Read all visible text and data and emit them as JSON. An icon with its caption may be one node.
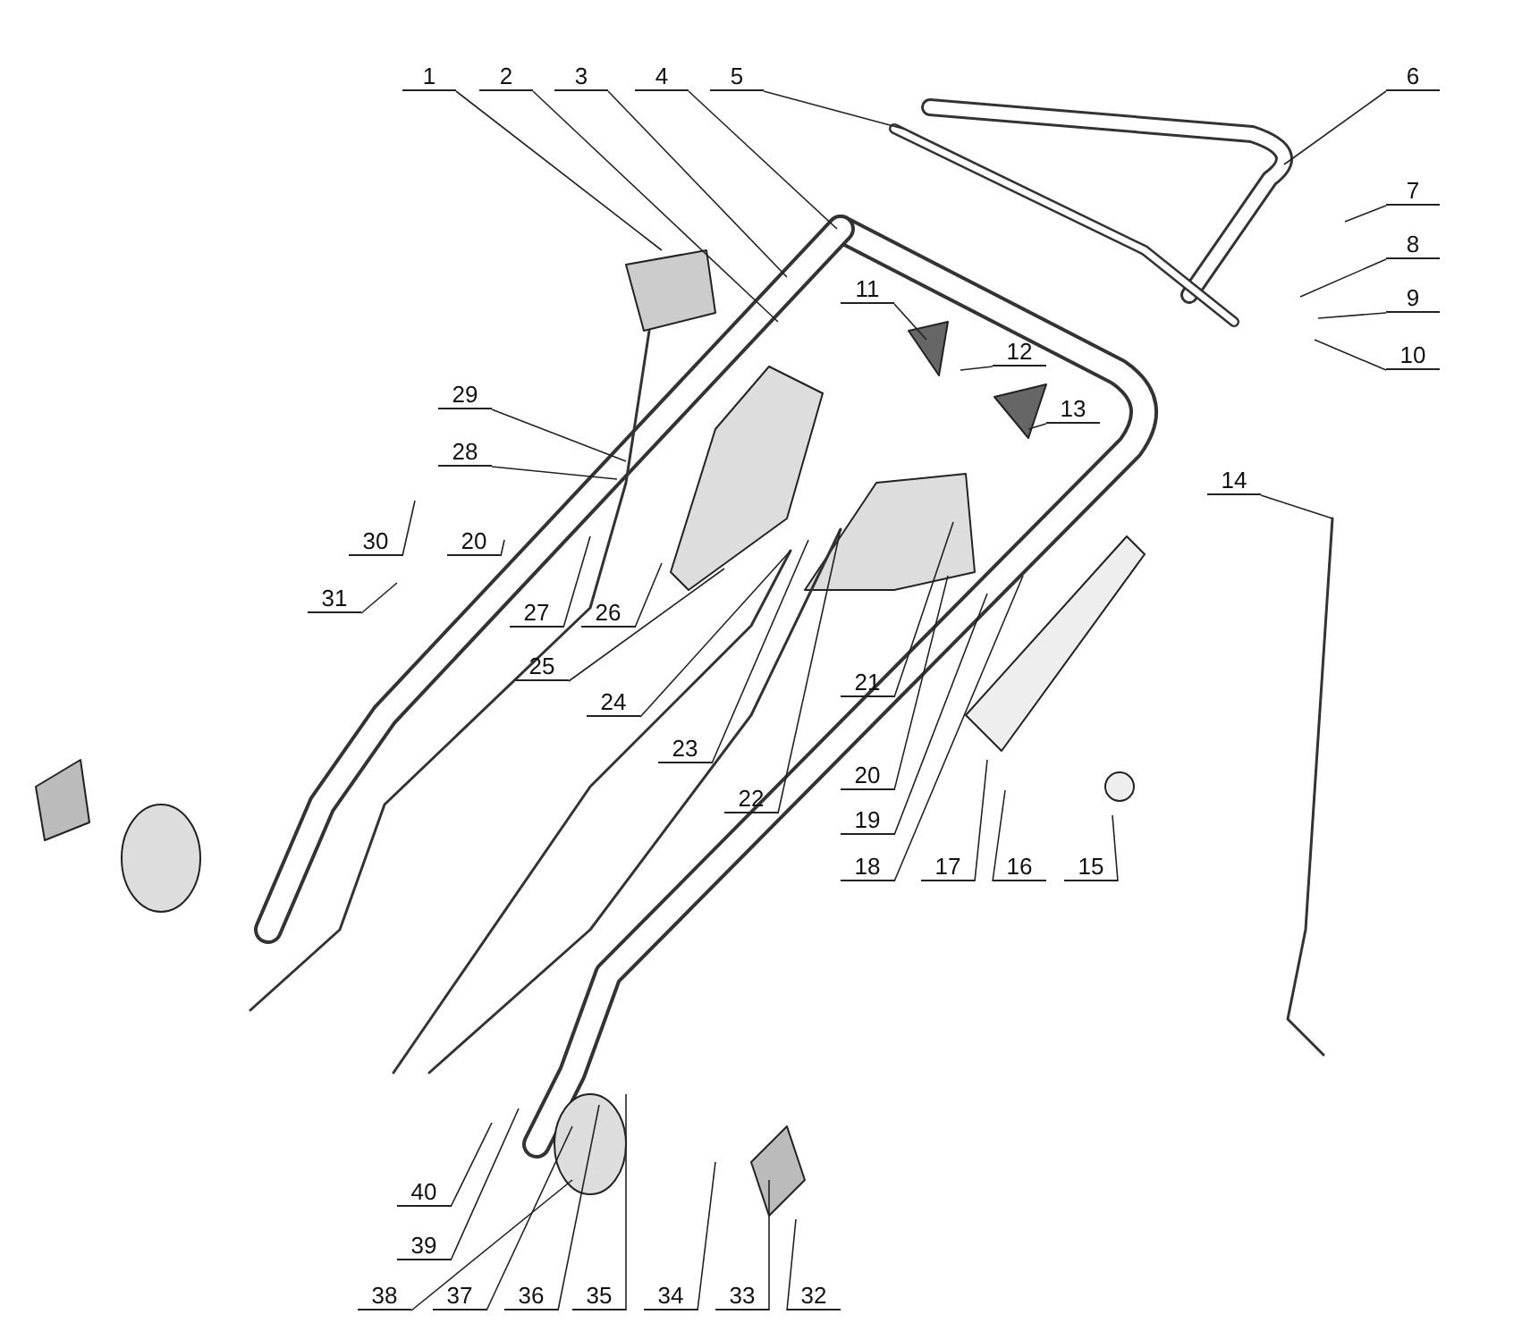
{
  "diagram": {
    "nodes": [
      {
        "text": [
          "1"
        ]
      },
      {
        "text": [
          "2"
        ]
      },
      {
        "text": [
          "3"
        ]
      },
      {
        "text": [
          "4"
        ]
      },
      {
        "text": [
          "5"
        ]
      },
      {
        "text": [
          "6"
        ]
      },
      {
        "text": [
          "7"
        ]
      },
      {
        "text": [
          "8"
        ]
      },
      {
        "text": [
          "9"
        ]
      },
      {
        "text": [
          "10"
        ]
      },
      {
        "text": [
          "11"
        ]
      },
      {
        "text": [
          "12"
        ]
      },
      {
        "text": [
          "13"
        ]
      },
      {
        "text": [
          "14"
        ]
      },
      {
        "text": [
          "15"
        ]
      },
      {
        "text": [
          "16"
        ]
      },
      {
        "text": [
          "17"
        ]
      },
      {
        "text": [
          "18"
        ]
      },
      {
        "text": [
          "19"
        ]
      },
      {
        "text": [
          "20"
        ]
      },
      {
        "text": [
          "21"
        ]
      },
      {
        "text": [
          "22"
        ]
      },
      {
        "text": [
          "23"
        ]
      },
      {
        "text": [
          "24"
        ]
      },
      {
        "text": [
          "25"
        ]
      },
      {
        "text": [
          "26"
        ]
      },
      {
        "text": [
          "27"
        ]
      },
      {
        "text": [
          "28"
        ]
      },
      {
        "text": [
          "29"
        ]
      },
      {
        "text": [
          "30"
        ]
      },
      {
        "text": [
          "20"
        ]
      },
      {
        "text": [
          "31"
        ]
      },
      {
        "text": [
          "32"
        ]
      },
      {
        "text": [
          "33"
        ]
      },
      {
        "text": [
          "34"
        ]
      },
      {
        "text": [
          "35"
        ]
      },
      {
        "text": [
          "36"
        ]
      },
      {
        "text": [
          "37"
        ]
      },
      {
        "text": [
          "38"
        ]
      },
      {
        "text": [
          "39"
        ]
      },
      {
        "text": [
          "40"
        ]
      }
    ],
    "edges": [
      {
        "from": 0,
        "to": null,
        "arrow": "none"
      },
      {
        "from": 1,
        "to": null,
        "arrow": "none"
      },
      {
        "from": 2,
        "to": null,
        "arrow": "none"
      },
      {
        "from": 3,
        "to": null,
        "arrow": "none"
      },
      {
        "from": 4,
        "to": null,
        "arrow": "none"
      },
      {
        "from": 5,
        "to": null,
        "arrow": "none"
      },
      {
        "from": 6,
        "to": null,
        "arrow": "none"
      },
      {
        "from": 7,
        "to": null,
        "arrow": "none"
      },
      {
        "from": 8,
        "to": null,
        "arrow": "none"
      },
      {
        "from": 9,
        "to": null,
        "arrow": "none"
      },
      {
        "from": 10,
        "to": null,
        "arrow": "none"
      },
      {
        "from": 11,
        "to": null,
        "arrow": "none"
      },
      {
        "from": 12,
        "to": null,
        "arrow": "none"
      },
      {
        "from": 13,
        "to": null,
        "arrow": "none"
      },
      {
        "from": 14,
        "to": null,
        "arrow": "none"
      },
      {
        "from": 15,
        "to": null,
        "arrow": "none"
      },
      {
        "from": 16,
        "to": null,
        "arrow": "none"
      },
      {
        "from": 17,
        "to": null,
        "arrow": "none"
      },
      {
        "from": 18,
        "to": null,
        "arrow": "none"
      },
      {
        "from": 19,
        "to": null,
        "arrow": "none"
      },
      {
        "from": 20,
        "to": null,
        "arrow": "none"
      },
      {
        "from": 21,
        "to": null,
        "arrow": "none"
      },
      {
        "from": 22,
        "to": null,
        "arrow": "none"
      },
      {
        "from": 23,
        "to": null,
        "arrow": "none"
      },
      {
        "from": 24,
        "to": null,
        "arrow": "none"
      },
      {
        "from": 25,
        "to": null,
        "arrow": "none"
      },
      {
        "from": 26,
        "to": null,
        "arrow": "none"
      },
      {
        "from": 27,
        "to": null,
        "arrow": "none"
      },
      {
        "from": 28,
        "to": null,
        "arrow": "none"
      },
      {
        "from": 29,
        "to": null,
        "arrow": "none"
      },
      {
        "from": 30,
        "to": null,
        "arrow": "none"
      },
      {
        "from": 31,
        "to": null,
        "arrow": "none"
      },
      {
        "from": 32,
        "to": null,
        "arrow": "none"
      },
      {
        "from": 33,
        "to": null,
        "arrow": "none"
      },
      {
        "from": 34,
        "to": null,
        "arrow": "none"
      },
      {
        "from": 35,
        "to": null,
        "arrow": "none"
      },
      {
        "from": 36,
        "to": null,
        "arrow": "none"
      },
      {
        "from": 37,
        "to": null,
        "arrow": "none"
      },
      {
        "from": 38,
        "to": null,
        "arrow": "none"
      },
      {
        "from": 39,
        "to": null,
        "arrow": "none"
      },
      {
        "from": 40,
        "to": null,
        "arrow": "none"
      }
    ]
  }
}
